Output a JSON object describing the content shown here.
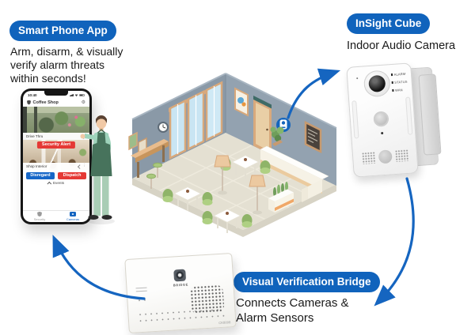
{
  "callouts": {
    "smart_phone_app": {
      "badge": "Smart Phone App",
      "description": "Arm, disarm, & visually verify alarm threats within seconds!"
    },
    "insight_cube": {
      "badge": "InSight Cube",
      "description": "Indoor Audio Camera"
    },
    "visual_verification_bridge": {
      "badge": "Visual Verification Bridge",
      "description": "Connects Cameras & Alarm Sensors"
    }
  },
  "phone_app": {
    "status_time": "10:40",
    "title": "Coffee Shop",
    "feed1_label": "Drive Thru",
    "alert_label": "Security Alert",
    "feed2_label": "Shop Interior",
    "disregard_button": "Disregard",
    "dispatch_button": "Dispatch",
    "events_label": "Events",
    "nav_security": "Security",
    "nav_cameras": "Cameras"
  },
  "insight_cube_device": {
    "led_labels": [
      "ALARM",
      "STATUS",
      "WAN"
    ]
  },
  "bridge_device": {
    "logo_text": "BRIDGE",
    "model": "CK8008"
  },
  "colors": {
    "badge_blue": "#1063BC",
    "arrow_blue": "#1565C0",
    "alert_red": "#E53935",
    "disregard_blue": "#1767C8",
    "wall_gray": "#8E9DAB",
    "chair_green": "#A9C87D"
  }
}
